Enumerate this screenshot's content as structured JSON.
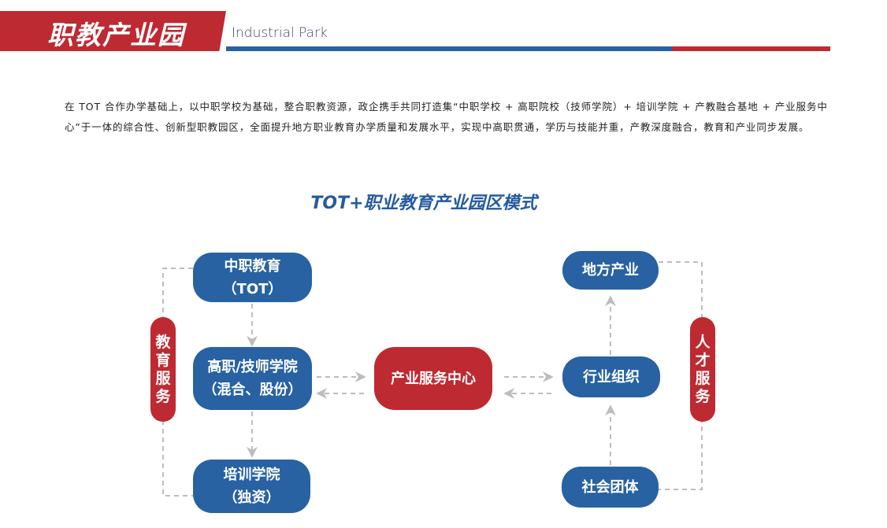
{
  "header": {
    "title": "职教产业园",
    "subtitle": "Industrial Park",
    "colors": {
      "red": "#be2a31",
      "blue": "#2862a2"
    }
  },
  "intro": "在 TOT 合作办学基础上，以中职学校为基础，整合职教资源，政企携手共同打造集“中职学校 + 高职院校（技师学院）+ 培训学院 + 产教融合基地 + 产业服务中心”于一体的综合性、创新型职教园区，全面提升地方职业教育办学质量和发展水平，实现中高职贯通，学历与技能并重，产教深度融合，教育和产业同步发展。",
  "diagram": {
    "title": "TOT+职业教育产业园区模式",
    "left_label": "教育服务",
    "right_label": "人才服务",
    "center": "产业服务中心",
    "left_nodes": [
      {
        "line1": "中职教育",
        "line2": "（TOT）"
      },
      {
        "line1": "高职/技师学院",
        "line2": "（混合、股份）"
      },
      {
        "line1": "培训学院",
        "line2": "（独资）"
      }
    ],
    "right_nodes": [
      "地方产业",
      "行业组织",
      "社会团体"
    ]
  }
}
